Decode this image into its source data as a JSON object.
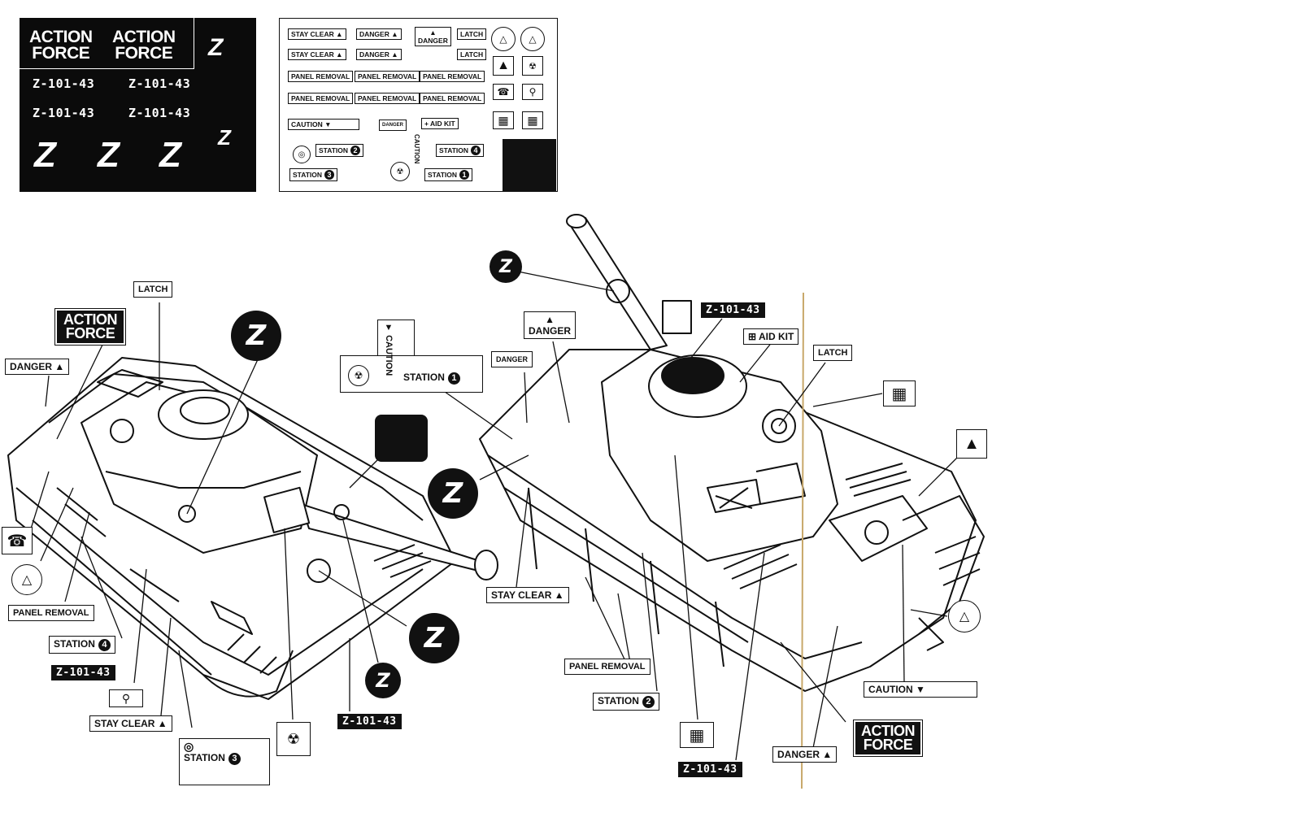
{
  "sheet_dark": {
    "logo_line1": "ACTION",
    "logo_line2": "FORCE",
    "code": "Z-101-43",
    "z_symbol": "Z"
  },
  "sheet_light": {
    "stay_clear": "STAY CLEAR",
    "danger": "DANGER",
    "latch": "LATCH",
    "panel_removal": "PANEL REMOVAL",
    "caution": "CAUTION",
    "aid_kit": "AID KIT",
    "station": "STATION",
    "station_numbers": [
      "1",
      "2",
      "3",
      "4"
    ]
  },
  "callouts": {
    "latch": "LATCH",
    "action": "ACTION",
    "force": "FORCE",
    "danger": "DANGER",
    "panel_removal": "PANEL REMOVAL",
    "station": "STATION",
    "station_4": "4",
    "station_3": "3",
    "station_2": "2",
    "station_1": "1",
    "code": "Z-101-43",
    "stay_clear": "STAY CLEAR",
    "caution": "CAUTION",
    "aid_kit": "AID KIT",
    "z_symbol": "Z"
  },
  "colors": {
    "ink": "#111111",
    "paper": "#ffffff",
    "tan_line": "#c8a86a"
  },
  "icons": [
    "phone-icon",
    "circle-triangle-icon",
    "wrench-icon",
    "radiation-icon",
    "grid-icon",
    "chevron-up-icon",
    "first-aid-icon"
  ]
}
